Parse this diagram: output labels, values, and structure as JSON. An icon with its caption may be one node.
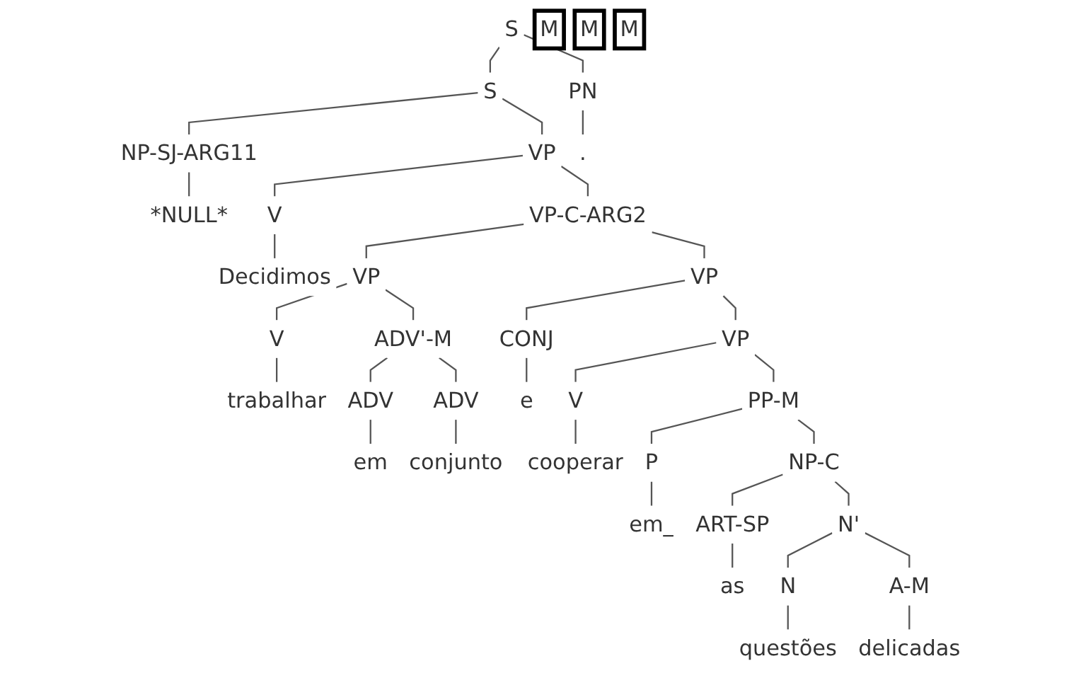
{
  "diagram": {
    "nodes": [
      {
        "text": [
          "S"
        ]
      },
      {
        "text": [
          "S"
        ]
      },
      {
        "text": [
          "PN"
        ]
      },
      {
        "text": [
          "NP-SJ-ARG11"
        ]
      },
      {
        "text": [
          "VP"
        ]
      },
      {
        "text": [
          "."
        ]
      },
      {
        "text": [
          "*NULL*"
        ]
      },
      {
        "text": [
          "V"
        ]
      },
      {
        "text": [
          "VP-C-ARG2"
        ]
      },
      {
        "text": [
          "Decidimos"
        ]
      },
      {
        "text": [
          "VP"
        ]
      },
      {
        "text": [
          "VP"
        ]
      },
      {
        "text": [
          "V"
        ]
      },
      {
        "text": [
          "ADV'-M"
        ]
      },
      {
        "text": [
          "M"
        ]
      },
      {
        "text": [
          "CONJ"
        ]
      },
      {
        "text": [
          "VP"
        ]
      },
      {
        "text": [
          "trabalhar"
        ]
      },
      {
        "text": [
          "ADV"
        ]
      },
      {
        "text": [
          "ADV"
        ]
      },
      {
        "text": [
          "e"
        ]
      },
      {
        "text": [
          "V"
        ]
      },
      {
        "text": [
          "PP-M"
        ]
      },
      {
        "text": [
          "M"
        ]
      },
      {
        "text": [
          "em"
        ]
      },
      {
        "text": [
          "conjunto"
        ]
      },
      {
        "text": [
          "cooperar"
        ]
      },
      {
        "text": [
          "P"
        ]
      },
      {
        "text": [
          "NP-C"
        ]
      },
      {
        "text": [
          "em_"
        ]
      },
      {
        "text": [
          "ART-SP"
        ]
      },
      {
        "text": [
          "N'"
        ]
      },
      {
        "text": [
          "as"
        ]
      },
      {
        "text": [
          "N"
        ]
      },
      {
        "text": [
          "A-M"
        ]
      },
      {
        "text": [
          "M"
        ]
      },
      {
        "text": [
          "questões"
        ]
      },
      {
        "text": [
          "delicadas"
        ]
      }
    ],
    "edges": [
      {
        "from": 0,
        "to": 1,
        "arrow": "none"
      },
      {
        "from": 0,
        "to": 2,
        "arrow": "none"
      },
      {
        "from": 1,
        "to": 3,
        "arrow": "none"
      },
      {
        "from": 1,
        "to": 4,
        "arrow": "none"
      },
      {
        "from": 2,
        "to": 5,
        "arrow": "none"
      },
      {
        "from": 3,
        "to": 6,
        "arrow": "none"
      },
      {
        "from": 4,
        "to": 7,
        "arrow": "none"
      },
      {
        "from": 4,
        "to": 8,
        "arrow": "none"
      },
      {
        "from": 7,
        "to": 9,
        "arrow": "none"
      },
      {
        "from": 8,
        "to": 10,
        "arrow": "none"
      },
      {
        "from": 8,
        "to": 11,
        "arrow": "none"
      },
      {
        "from": 10,
        "to": 12,
        "arrow": "none"
      },
      {
        "from": 10,
        "to": 13,
        "arrow": "none"
      },
      {
        "from": 11,
        "to": 15,
        "arrow": "none"
      },
      {
        "from": 11,
        "to": 16,
        "arrow": "none"
      },
      {
        "from": 12,
        "to": 17,
        "arrow": "none"
      },
      {
        "from": 13,
        "to": 18,
        "arrow": "none"
      },
      {
        "from": 13,
        "to": 19,
        "arrow": "none"
      },
      {
        "from": 15,
        "to": 20,
        "arrow": "none"
      },
      {
        "from": 16,
        "to": 21,
        "arrow": "none"
      },
      {
        "from": 16,
        "to": 22,
        "arrow": "none"
      },
      {
        "from": 18,
        "to": 24,
        "arrow": "none"
      },
      {
        "from": 19,
        "to": 25,
        "arrow": "none"
      },
      {
        "from": 21,
        "to": 26,
        "arrow": "none"
      },
      {
        "from": 22,
        "to": 27,
        "arrow": "none"
      },
      {
        "from": 22,
        "to": 28,
        "arrow": "none"
      },
      {
        "from": 27,
        "to": 29,
        "arrow": "none"
      },
      {
        "from": 28,
        "to": 30,
        "arrow": "none"
      },
      {
        "from": 28,
        "to": 31,
        "arrow": "none"
      },
      {
        "from": 30,
        "to": 32,
        "arrow": "none"
      },
      {
        "from": 31,
        "to": 33,
        "arrow": "none"
      },
      {
        "from": 31,
        "to": 34,
        "arrow": "none"
      },
      {
        "from": 33,
        "to": 36,
        "arrow": "none"
      },
      {
        "from": 34,
        "to": 37,
        "arrow": "none"
      }
    ]
  }
}
